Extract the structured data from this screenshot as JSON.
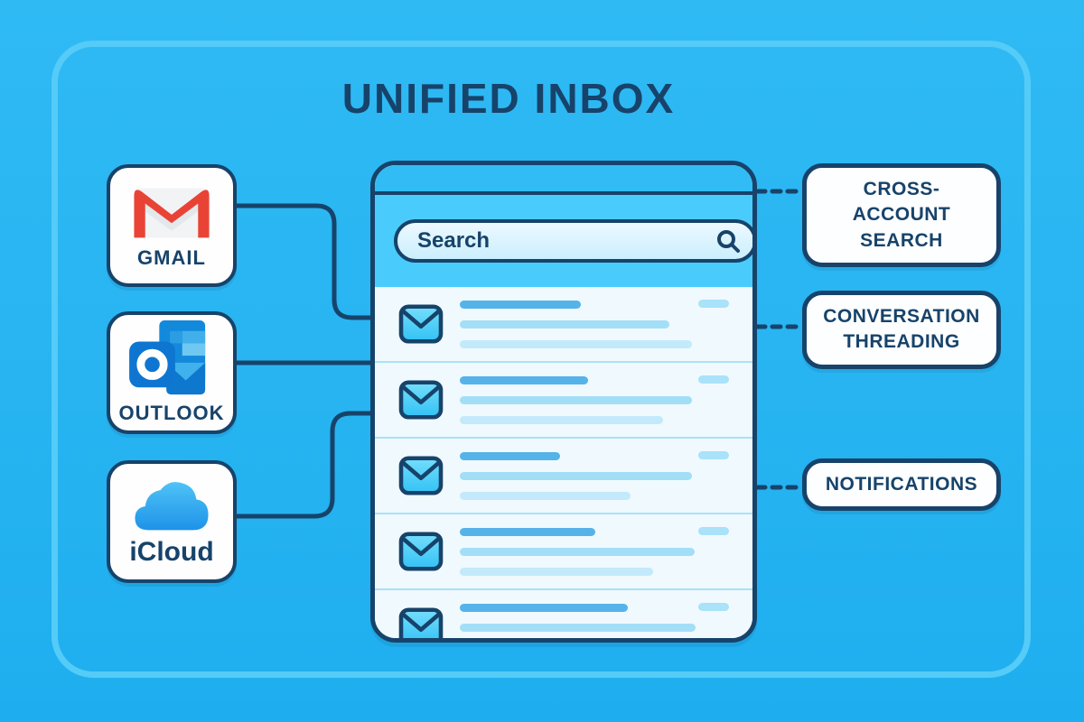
{
  "title": "UNIFIED INBOX",
  "accounts": [
    {
      "id": "gmail",
      "label": "GMAIL",
      "icon": "gmail-icon"
    },
    {
      "id": "outlook",
      "label": "OUTLOOK",
      "icon": "outlook-icon"
    },
    {
      "id": "icloud",
      "label": "iCloud",
      "icon": "icloud-icon"
    }
  ],
  "inbox": {
    "search_placeholder": "Search",
    "emails": [
      {
        "subject_w": 134,
        "preview1_w": 232,
        "preview2_w": 257,
        "time_w": 34
      },
      {
        "subject_w": 142,
        "preview1_w": 257,
        "preview2_w": 225,
        "time_w": 34
      },
      {
        "subject_w": 111,
        "preview1_w": 257,
        "preview2_w": 189,
        "time_w": 34
      },
      {
        "subject_w": 150,
        "preview1_w": 260,
        "preview2_w": 214,
        "time_w": 34
      },
      {
        "subject_w": 186,
        "preview1_w": 261,
        "preview2_w": 230,
        "time_w": 34
      }
    ]
  },
  "features": [
    {
      "label": "CROSS-ACCOUNT SEARCH"
    },
    {
      "label": "CONVERSATION THREADING"
    },
    {
      "label": "NOTIFICATIONS"
    }
  ],
  "colors": {
    "background": "#27B4F1",
    "frame": "#55CBF8",
    "navy": "#17436A",
    "search_section": "#49CCFB",
    "list_background": "#F0F9FE",
    "subject_line": "#55B3E9",
    "preview_line_1": "#A3DEF7",
    "preview_line_2": "#C2EAFB",
    "envelope_fill": "#4ACDF7",
    "gmail_red": "#EA4335",
    "outlook_blue": "#0F7BD7",
    "icloud_blue": "#2F9FE8"
  }
}
